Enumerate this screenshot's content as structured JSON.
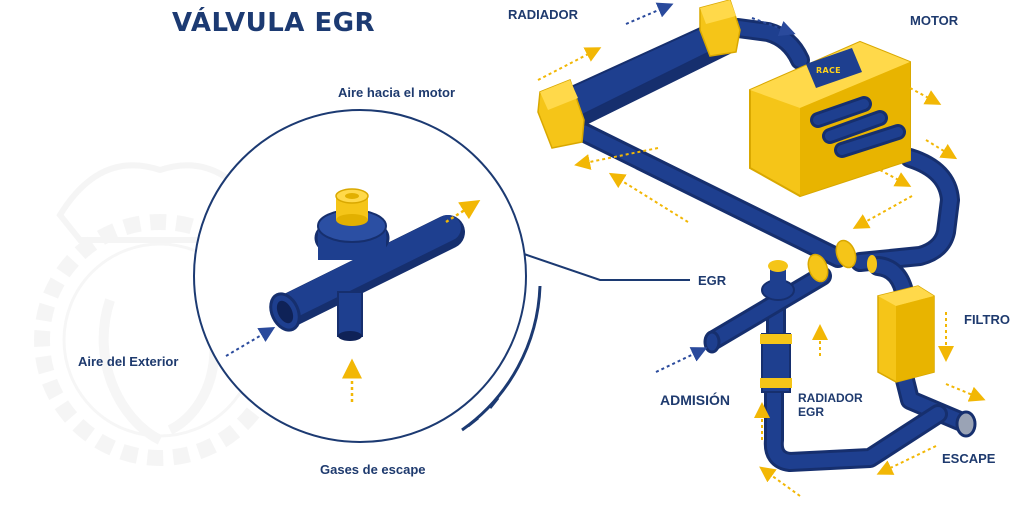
{
  "title": "VÁLVULA EGR",
  "labels": {
    "radiador": "RADIADOR",
    "motor": "MOTOR",
    "aire_hacia_motor": "Aire hacia el motor",
    "egr": "EGR",
    "filtro": "FILTRO",
    "admision": "ADMISIÓN",
    "radiador_egr_line1": "RADIADOR",
    "radiador_egr_line2": "EGR",
    "aire_exterior": "Aire del Exterior",
    "gases_escape": "Gases de escape",
    "escape": "ESCAPE"
  },
  "engine_badge": "RACE",
  "colors": {
    "pipe_blue": "#1e3f8f",
    "pipe_dark": "#162f6e",
    "yellow": "#f5c518",
    "yellow_light": "#ffd94a",
    "arrow_yellow": "#f2b705",
    "arrow_blue": "#2a4a9c",
    "label_blue": "#1e3a6e",
    "watermark": "#eeeeee"
  }
}
